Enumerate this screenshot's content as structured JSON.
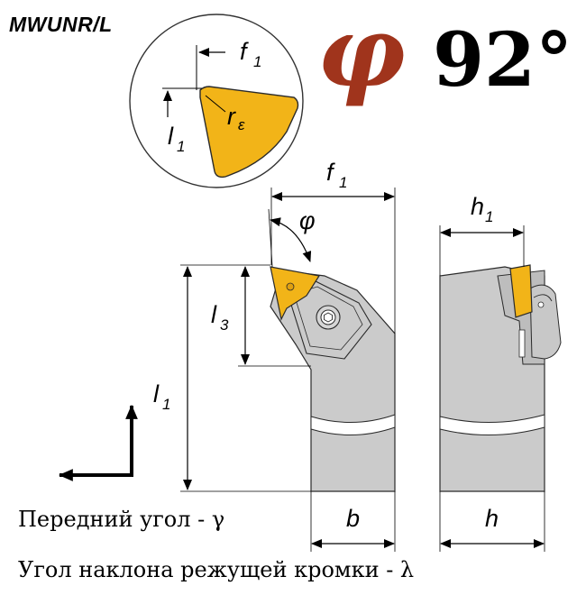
{
  "header": {
    "code": "MWUNR/L",
    "angle_symbol": "φ",
    "angle_value": "92°"
  },
  "detail_view": {
    "labels": {
      "f1": "f",
      "f1_sub": "1",
      "l1": "l",
      "l1_sub": "1",
      "r": "r",
      "r_sub": "ε"
    }
  },
  "side_view": {
    "labels": {
      "f1": "f",
      "f1_sub": "1",
      "phi": "φ",
      "l3": "l",
      "l3_sub": "3",
      "l1": "l",
      "l1_sub": "1",
      "b": "b"
    }
  },
  "front_view": {
    "labels": {
      "h1": "h",
      "h1_sub": "1",
      "h": "h"
    }
  },
  "captions": {
    "rake_angle": "Передний угол - γ",
    "edge_inclination": "Угол наклона режущей кромки - λ"
  },
  "colors": {
    "phi_accent": "#a0341c",
    "insert_fill": "#f2b418",
    "holder_grey": "#cbcbcb",
    "line": "#000000"
  }
}
